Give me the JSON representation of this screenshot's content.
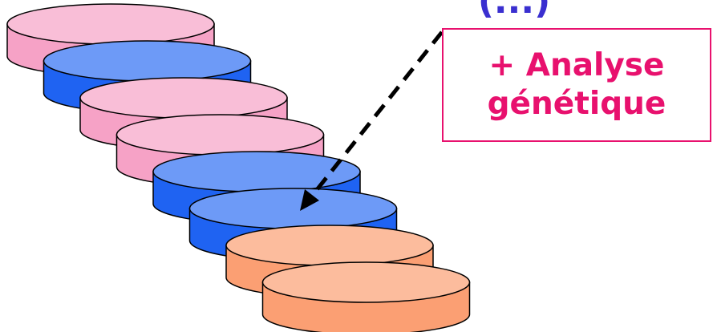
{
  "top_text": "(...)",
  "label": {
    "line1": "+ Analyse",
    "line2": "génétique"
  },
  "colors": {
    "pink": "#f6a2c6",
    "blue": "#1f63f2",
    "orange": "#fb9f73",
    "accent": "#e8116e",
    "arrow": "#000000"
  },
  "discs": [
    {
      "name": "disc-1",
      "color": "pink"
    },
    {
      "name": "disc-2",
      "color": "blue"
    },
    {
      "name": "disc-3",
      "color": "pink"
    },
    {
      "name": "disc-4",
      "color": "pink"
    },
    {
      "name": "disc-5",
      "color": "blue"
    },
    {
      "name": "disc-6",
      "color": "blue"
    },
    {
      "name": "disc-7",
      "color": "orange"
    },
    {
      "name": "disc-8",
      "color": "orange"
    }
  ]
}
